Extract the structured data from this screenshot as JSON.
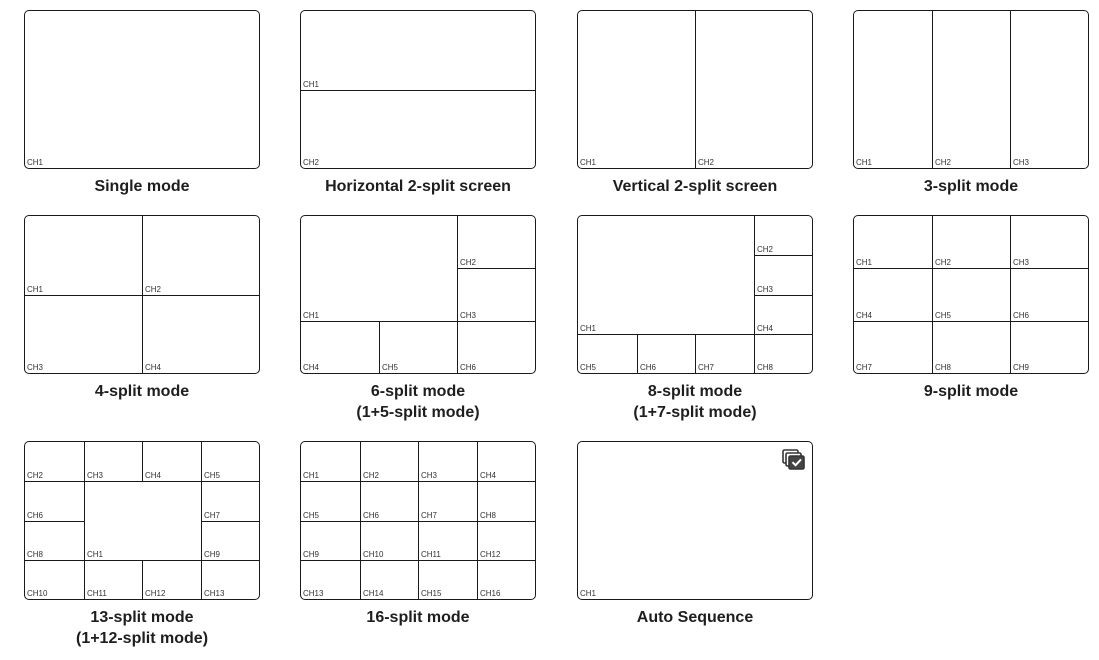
{
  "modes": [
    {
      "caption": [
        "Single mode"
      ],
      "cells": [
        "CH1"
      ]
    },
    {
      "caption": [
        "Horizontal 2-split screen"
      ],
      "cells": [
        "CH1",
        "CH2"
      ]
    },
    {
      "caption": [
        "Vertical 2-split screen"
      ],
      "cells": [
        "CH1",
        "CH2"
      ]
    },
    {
      "caption": [
        "3-split mode"
      ],
      "cells": [
        "CH1",
        "CH2",
        "CH3"
      ]
    },
    {
      "caption": [
        "4-split mode"
      ],
      "cells": [
        "CH1",
        "CH2",
        "CH3",
        "CH4"
      ]
    },
    {
      "caption": [
        "6-split mode",
        "(1+5-split mode)"
      ],
      "cells": [
        "CH1",
        "CH2",
        "CH3",
        "CH4",
        "CH5",
        "CH6"
      ]
    },
    {
      "caption": [
        "8-split mode",
        "(1+7-split mode)"
      ],
      "cells": [
        "CH1",
        "CH2",
        "CH3",
        "CH4",
        "CH5",
        "CH6",
        "CH7",
        "CH8"
      ]
    },
    {
      "caption": [
        "9-split mode"
      ],
      "cells": [
        "CH1",
        "CH2",
        "CH3",
        "CH4",
        "CH5",
        "CH6",
        "CH7",
        "CH8",
        "CH9"
      ]
    },
    {
      "caption": [
        "13-split mode",
        "(1+12-split mode)"
      ],
      "cells": [
        "CH1",
        "CH2",
        "CH3",
        "CH4",
        "CH5",
        "CH6",
        "CH7",
        "CH8",
        "CH9",
        "CH10",
        "CH11",
        "CH12",
        "CH13"
      ]
    },
    {
      "caption": [
        "16-split mode"
      ],
      "cells": [
        "CH1",
        "CH2",
        "CH3",
        "CH4",
        "CH5",
        "CH6",
        "CH7",
        "CH8",
        "CH9",
        "CH10",
        "CH11",
        "CH12",
        "CH13",
        "CH14",
        "CH15",
        "CH16"
      ]
    },
    {
      "caption": [
        "Auto Sequence"
      ],
      "cells": [
        "CH1"
      ],
      "icon": "sequence-icon"
    }
  ]
}
